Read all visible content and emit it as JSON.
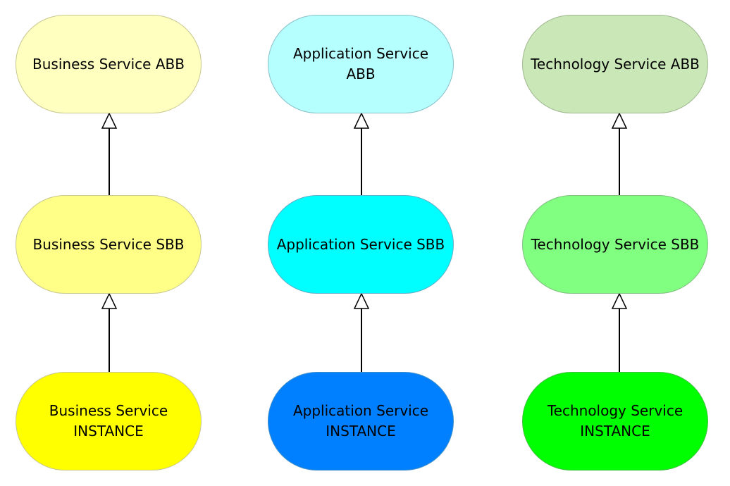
{
  "columns": [
    {
      "nodes": [
        {
          "label": "Business Service ABB",
          "fill": "#FFFFC0",
          "stroke": "#C8C890"
        },
        {
          "label": "Business Service SBB",
          "fill": "#FFFF88",
          "stroke": "#C8C890"
        },
        {
          "label": "Business Service\nINSTANCE",
          "fill": "#FFFF00",
          "stroke": "#C8C890"
        }
      ]
    },
    {
      "nodes": [
        {
          "label": "Application Service\nABB",
          "fill": "#B5FFFF",
          "stroke": "#88C0C8"
        },
        {
          "label": "Application Service SBB",
          "fill": "#00FFFF",
          "stroke": "#60B0C8"
        },
        {
          "label": "Application Service\nINSTANCE",
          "fill": "#0080FF",
          "stroke": "#4090C8"
        }
      ]
    },
    {
      "nodes": [
        {
          "label": "Technology Service ABB",
          "fill": "#C9E7B7",
          "stroke": "#A0B890"
        },
        {
          "label": "Technology Service SBB",
          "fill": "#80FF80",
          "stroke": "#80C080"
        },
        {
          "label": "Technology Service\nINSTANCE",
          "fill": "#00FF00",
          "stroke": "#40C040"
        }
      ]
    }
  ],
  "connector": {
    "relationship": "realization",
    "line_color": "#000000",
    "arrowhead_fill": "#FFFFFF"
  }
}
